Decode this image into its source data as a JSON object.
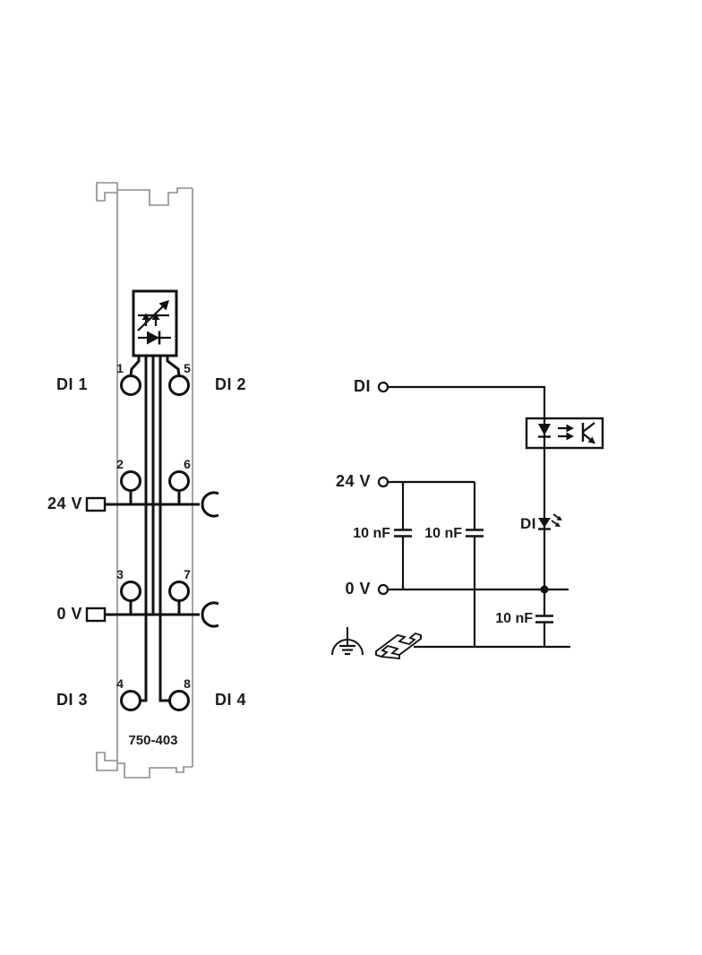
{
  "colors": {
    "line": "#1a1a1a",
    "module_outline": "#8c8c8c",
    "background": "#ffffff"
  },
  "module": {
    "part_number": "750-403",
    "channel_labels": {
      "di1": "DI 1",
      "di2": "DI 2",
      "di3": "DI 3",
      "di4": "DI 4"
    },
    "power_labels": {
      "supply": "24 V",
      "ground": "0 V"
    },
    "terminal_numbers": [
      "1",
      "2",
      "3",
      "4",
      "5",
      "6",
      "7",
      "8"
    ]
  },
  "schematic": {
    "input_label": "DI",
    "supply_label": "24 V",
    "zero_volt_label": "0 V",
    "led_label": "DI",
    "capacitors": [
      "10 nF",
      "10 nF",
      "10 nF"
    ],
    "icons": [
      "opto-isolator-icon",
      "led-icon",
      "earth-ground-icon",
      "din-rail-icon",
      "power-jumper-contact-icon"
    ]
  }
}
